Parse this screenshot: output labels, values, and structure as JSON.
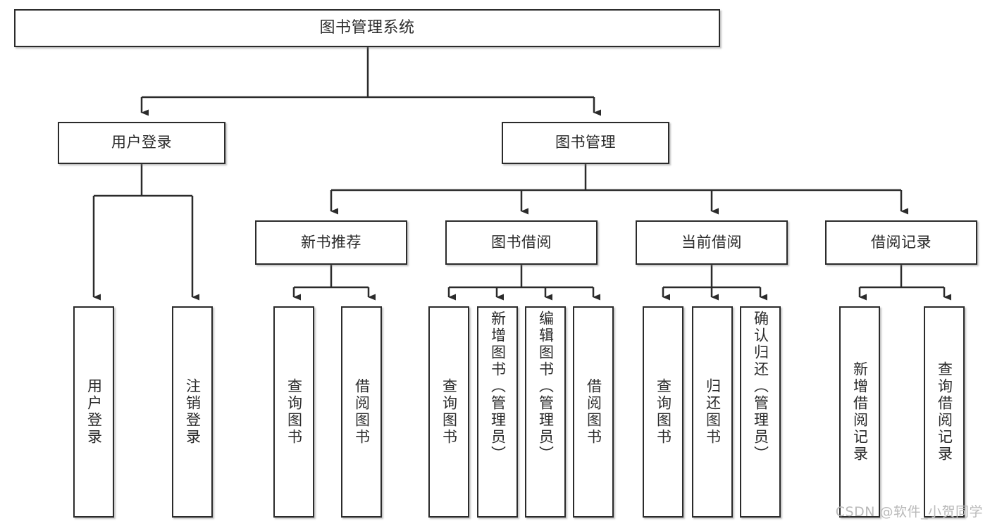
{
  "diagram": {
    "title": "图书管理系统",
    "type": "tree",
    "watermark": "CSDN @软件_小贺同学",
    "colors": {
      "box_border": "#2b2b2b",
      "box_fill": "#ffffff",
      "connector": "#2b2b2b",
      "text": "#2b2b2b",
      "watermark": "#b9b9b9",
      "background": "#ffffff"
    },
    "root": {
      "label": "图书管理系统"
    },
    "level1": [
      {
        "label": "用户登录"
      },
      {
        "label": "图书管理"
      }
    ],
    "level2": [
      {
        "label": "新书推荐"
      },
      {
        "label": "图书借阅"
      },
      {
        "label": "当前借阅"
      },
      {
        "label": "借阅记录"
      }
    ],
    "leaves": {
      "user_login": [
        {
          "label": "用户登录"
        },
        {
          "label": "注销登录"
        }
      ],
      "new_book_recommend": [
        {
          "label": "查询图书"
        },
        {
          "label": "借阅图书"
        }
      ],
      "book_borrow": [
        {
          "label": "查询图书"
        },
        {
          "label": "新增图书（管理员）"
        },
        {
          "label": "编辑图书（管理员）"
        },
        {
          "label": "借阅图书"
        }
      ],
      "current_borrow": [
        {
          "label": "查询图书"
        },
        {
          "label": "归还图书"
        },
        {
          "label": "确认归还（管理员）"
        }
      ],
      "borrow_record": [
        {
          "label": "新增借阅记录"
        },
        {
          "label": "查询借阅记录"
        }
      ]
    }
  }
}
